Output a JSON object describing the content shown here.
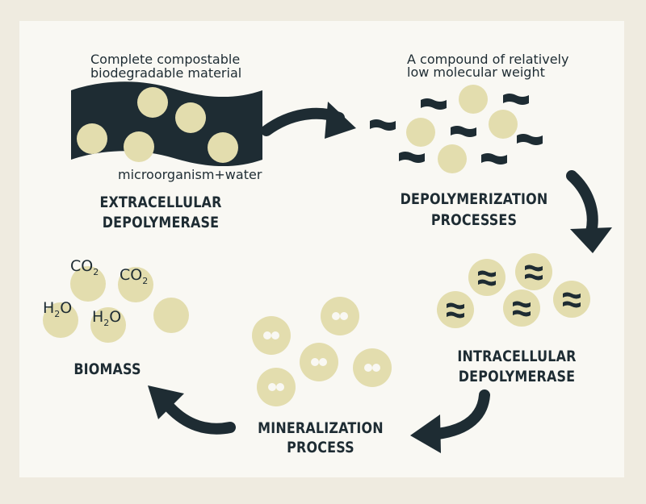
{
  "colors": {
    "background": "#efebe0",
    "panel": "#f9f8f3",
    "dark": "#1e2c33",
    "particle": "#e3ddae"
  },
  "stages": {
    "extracellular": {
      "title_line1": "EXTRACELLULAR",
      "title_line2": "DEPOLYMERASE",
      "desc_line1": "Complete compostable",
      "desc_line2": "biodegradable material",
      "agent": "microorganism+water"
    },
    "depolymerization": {
      "title_line1": "DEPOLYMERIZATION",
      "title_line2": "PROCESSES",
      "desc_line1": "A compound of relatively",
      "desc_line2": "low molecular weight"
    },
    "intracellular": {
      "title_line1": "INTRACELLULAR",
      "title_line2": "DEPOLYMERASE"
    },
    "mineralization": {
      "title_line1": "MINERALIZATION",
      "title_line2": "PROCESS"
    },
    "biomass": {
      "title": "BIOMASS",
      "co2_a": "CO",
      "co2_a_sub": "2",
      "co2_b": "CO",
      "co2_b_sub": "2",
      "h2o_a_h": "H",
      "h2o_a_sub": "2",
      "h2o_a_o": "O",
      "h2o_b_h": "H",
      "h2o_b_sub": "2",
      "h2o_b_o": "O"
    }
  },
  "icons": [
    "arrow-right-icon",
    "arrow-down-icon",
    "arrow-left-icon",
    "arrow-up-left-icon"
  ]
}
